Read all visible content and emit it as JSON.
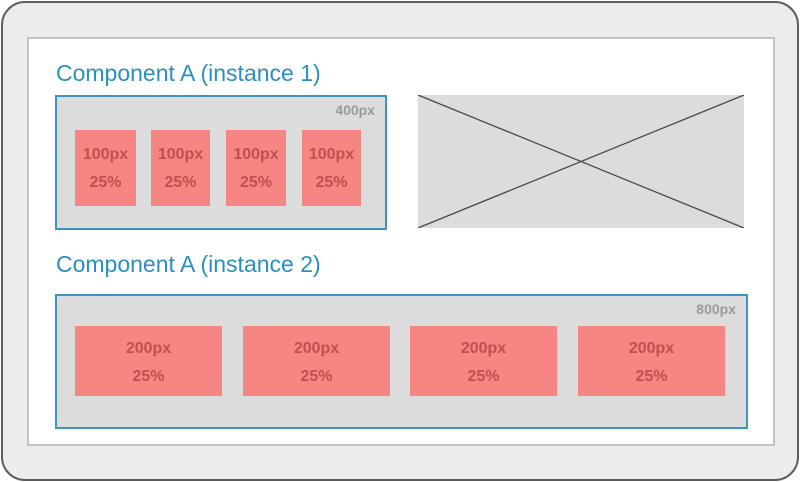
{
  "instance1": {
    "heading": "Component A (instance 1)",
    "container_label": "400px",
    "items": [
      {
        "size": "100px",
        "percent": "25%"
      },
      {
        "size": "100px",
        "percent": "25%"
      },
      {
        "size": "100px",
        "percent": "25%"
      },
      {
        "size": "100px",
        "percent": "25%"
      }
    ]
  },
  "instance2": {
    "heading": "Component A (instance 2)",
    "container_label": "800px",
    "items": [
      {
        "size": "200px",
        "percent": "25%"
      },
      {
        "size": "200px",
        "percent": "25%"
      },
      {
        "size": "200px",
        "percent": "25%"
      },
      {
        "size": "200px",
        "percent": "25%"
      }
    ]
  },
  "colors": {
    "heading": "#2b8fc0",
    "container_border": "#3b93c3",
    "container_fill": "#dcdcdc",
    "box_fill": "#f68682",
    "box_text": "#c0504d",
    "label_text": "#9a9a9a"
  },
  "placeholder_icon": "image-placeholder-icon"
}
